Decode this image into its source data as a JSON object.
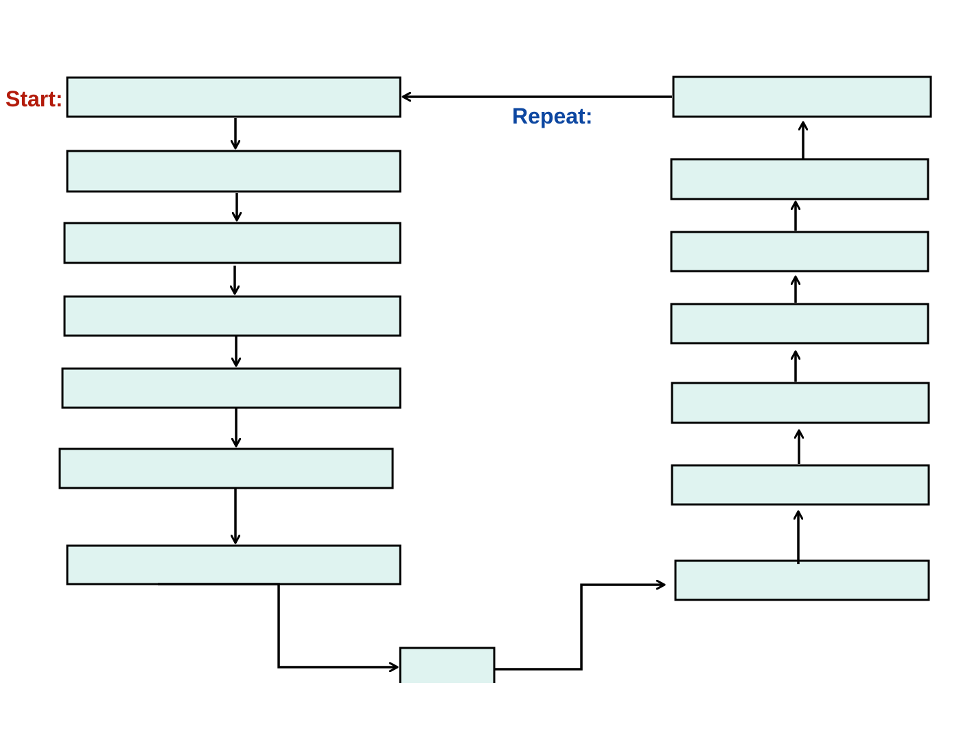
{
  "labels": {
    "start": "Start:",
    "repeat": "Repeat:"
  },
  "colors": {
    "box_fill": "#dff3f0",
    "box_stroke": "#000000",
    "arrow": "#000000",
    "start_label": "#b31b0b",
    "repeat_label": "#0d47a1"
  },
  "boxes": [
    {
      "id": "left-box-1",
      "text": ""
    },
    {
      "id": "left-box-2",
      "text": ""
    },
    {
      "id": "left-box-3",
      "text": ""
    },
    {
      "id": "left-box-4",
      "text": ""
    },
    {
      "id": "left-box-5",
      "text": ""
    },
    {
      "id": "left-box-6",
      "text": ""
    },
    {
      "id": "left-box-7",
      "text": ""
    },
    {
      "id": "bottom-box",
      "text": ""
    },
    {
      "id": "right-box-1",
      "text": ""
    },
    {
      "id": "right-box-2",
      "text": ""
    },
    {
      "id": "right-box-3",
      "text": ""
    },
    {
      "id": "right-box-4",
      "text": ""
    },
    {
      "id": "right-box-5",
      "text": ""
    },
    {
      "id": "right-box-6",
      "text": ""
    },
    {
      "id": "right-box-7",
      "text": ""
    },
    {
      "id": "right-box-8",
      "text": ""
    }
  ]
}
